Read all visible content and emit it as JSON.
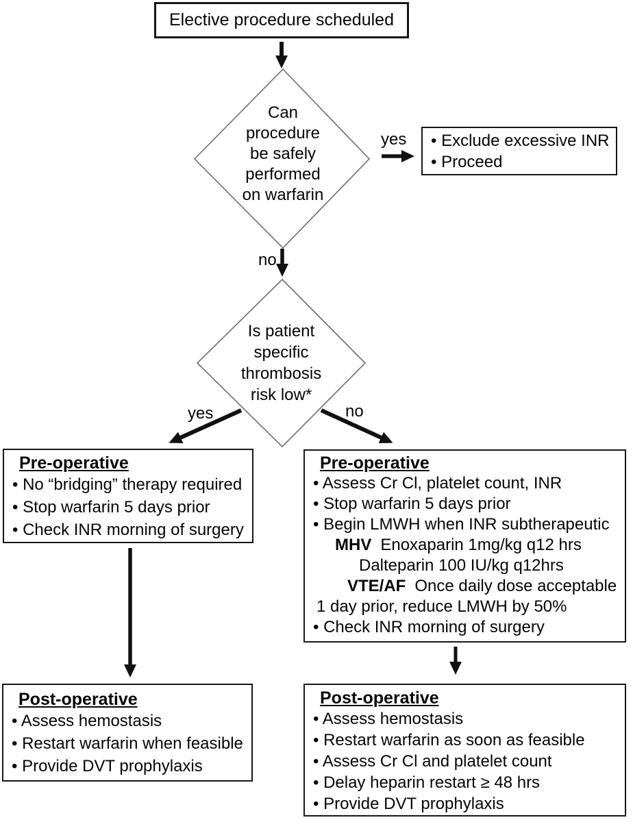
{
  "figure": {
    "type": "flowchart",
    "topic": "Peri-procedural warfarin management"
  },
  "colors": {
    "background": "#ffffff",
    "text": "#050505",
    "box_border": "#161616",
    "diamond_border": "#6e6e6e",
    "arrow": "#111111"
  },
  "nodes": {
    "start": {
      "label": "Elective procedure scheduled"
    },
    "decision1": {
      "lines": [
        "Can",
        "procedure",
        "be safely",
        "performed",
        "on warfarin"
      ]
    },
    "yes_box": {
      "items": [
        "• Exclude excessive INR",
        "• Proceed"
      ]
    },
    "decision2": {
      "lines": [
        "Is patient",
        "specific",
        "thrombosis",
        "risk low*"
      ]
    },
    "preop_left": {
      "title": "Pre-operative",
      "items": [
        "• No “bridging” therapy required",
        "• Stop warfarin 5 days prior",
        "• Check INR morning of surgery"
      ]
    },
    "preop_right": {
      "title": "Pre-operative",
      "lines": [
        {
          "text": "• Assess Cr Cl, platelet count, INR"
        },
        {
          "text": "• Stop warfarin 5 days prior"
        },
        {
          "text": "• Begin LMWH when INR subtherapeutic"
        },
        {
          "bold": "MHV",
          "text": "Enoxaparin 1mg/kg q12 hrs"
        },
        {
          "text": "Dalteparin 100 IU/kg q12hrs"
        },
        {
          "bold": "VTE/AF",
          "text": "Once daily dose acceptable"
        },
        {
          "text": "1 day prior, reduce LMWH by 50%"
        },
        {
          "text": "• Check INR morning of surgery"
        }
      ]
    },
    "postop_left": {
      "title": "Post-operative",
      "items": [
        "• Assess hemostasis",
        "• Restart warfarin when feasible",
        "• Provide DVT prophylaxis"
      ]
    },
    "postop_right": {
      "title": "Post-operative",
      "items": [
        "• Assess hemostasis",
        "• Restart warfarin as soon as feasible",
        "• Assess Cr Cl and platelet count",
        "• Delay heparin restart ≥ 48 hrs",
        "• Provide DVT prophylaxis"
      ]
    }
  },
  "edge_labels": {
    "yes1": "yes",
    "no1": "no",
    "yes2": "yes",
    "no2": "no"
  }
}
